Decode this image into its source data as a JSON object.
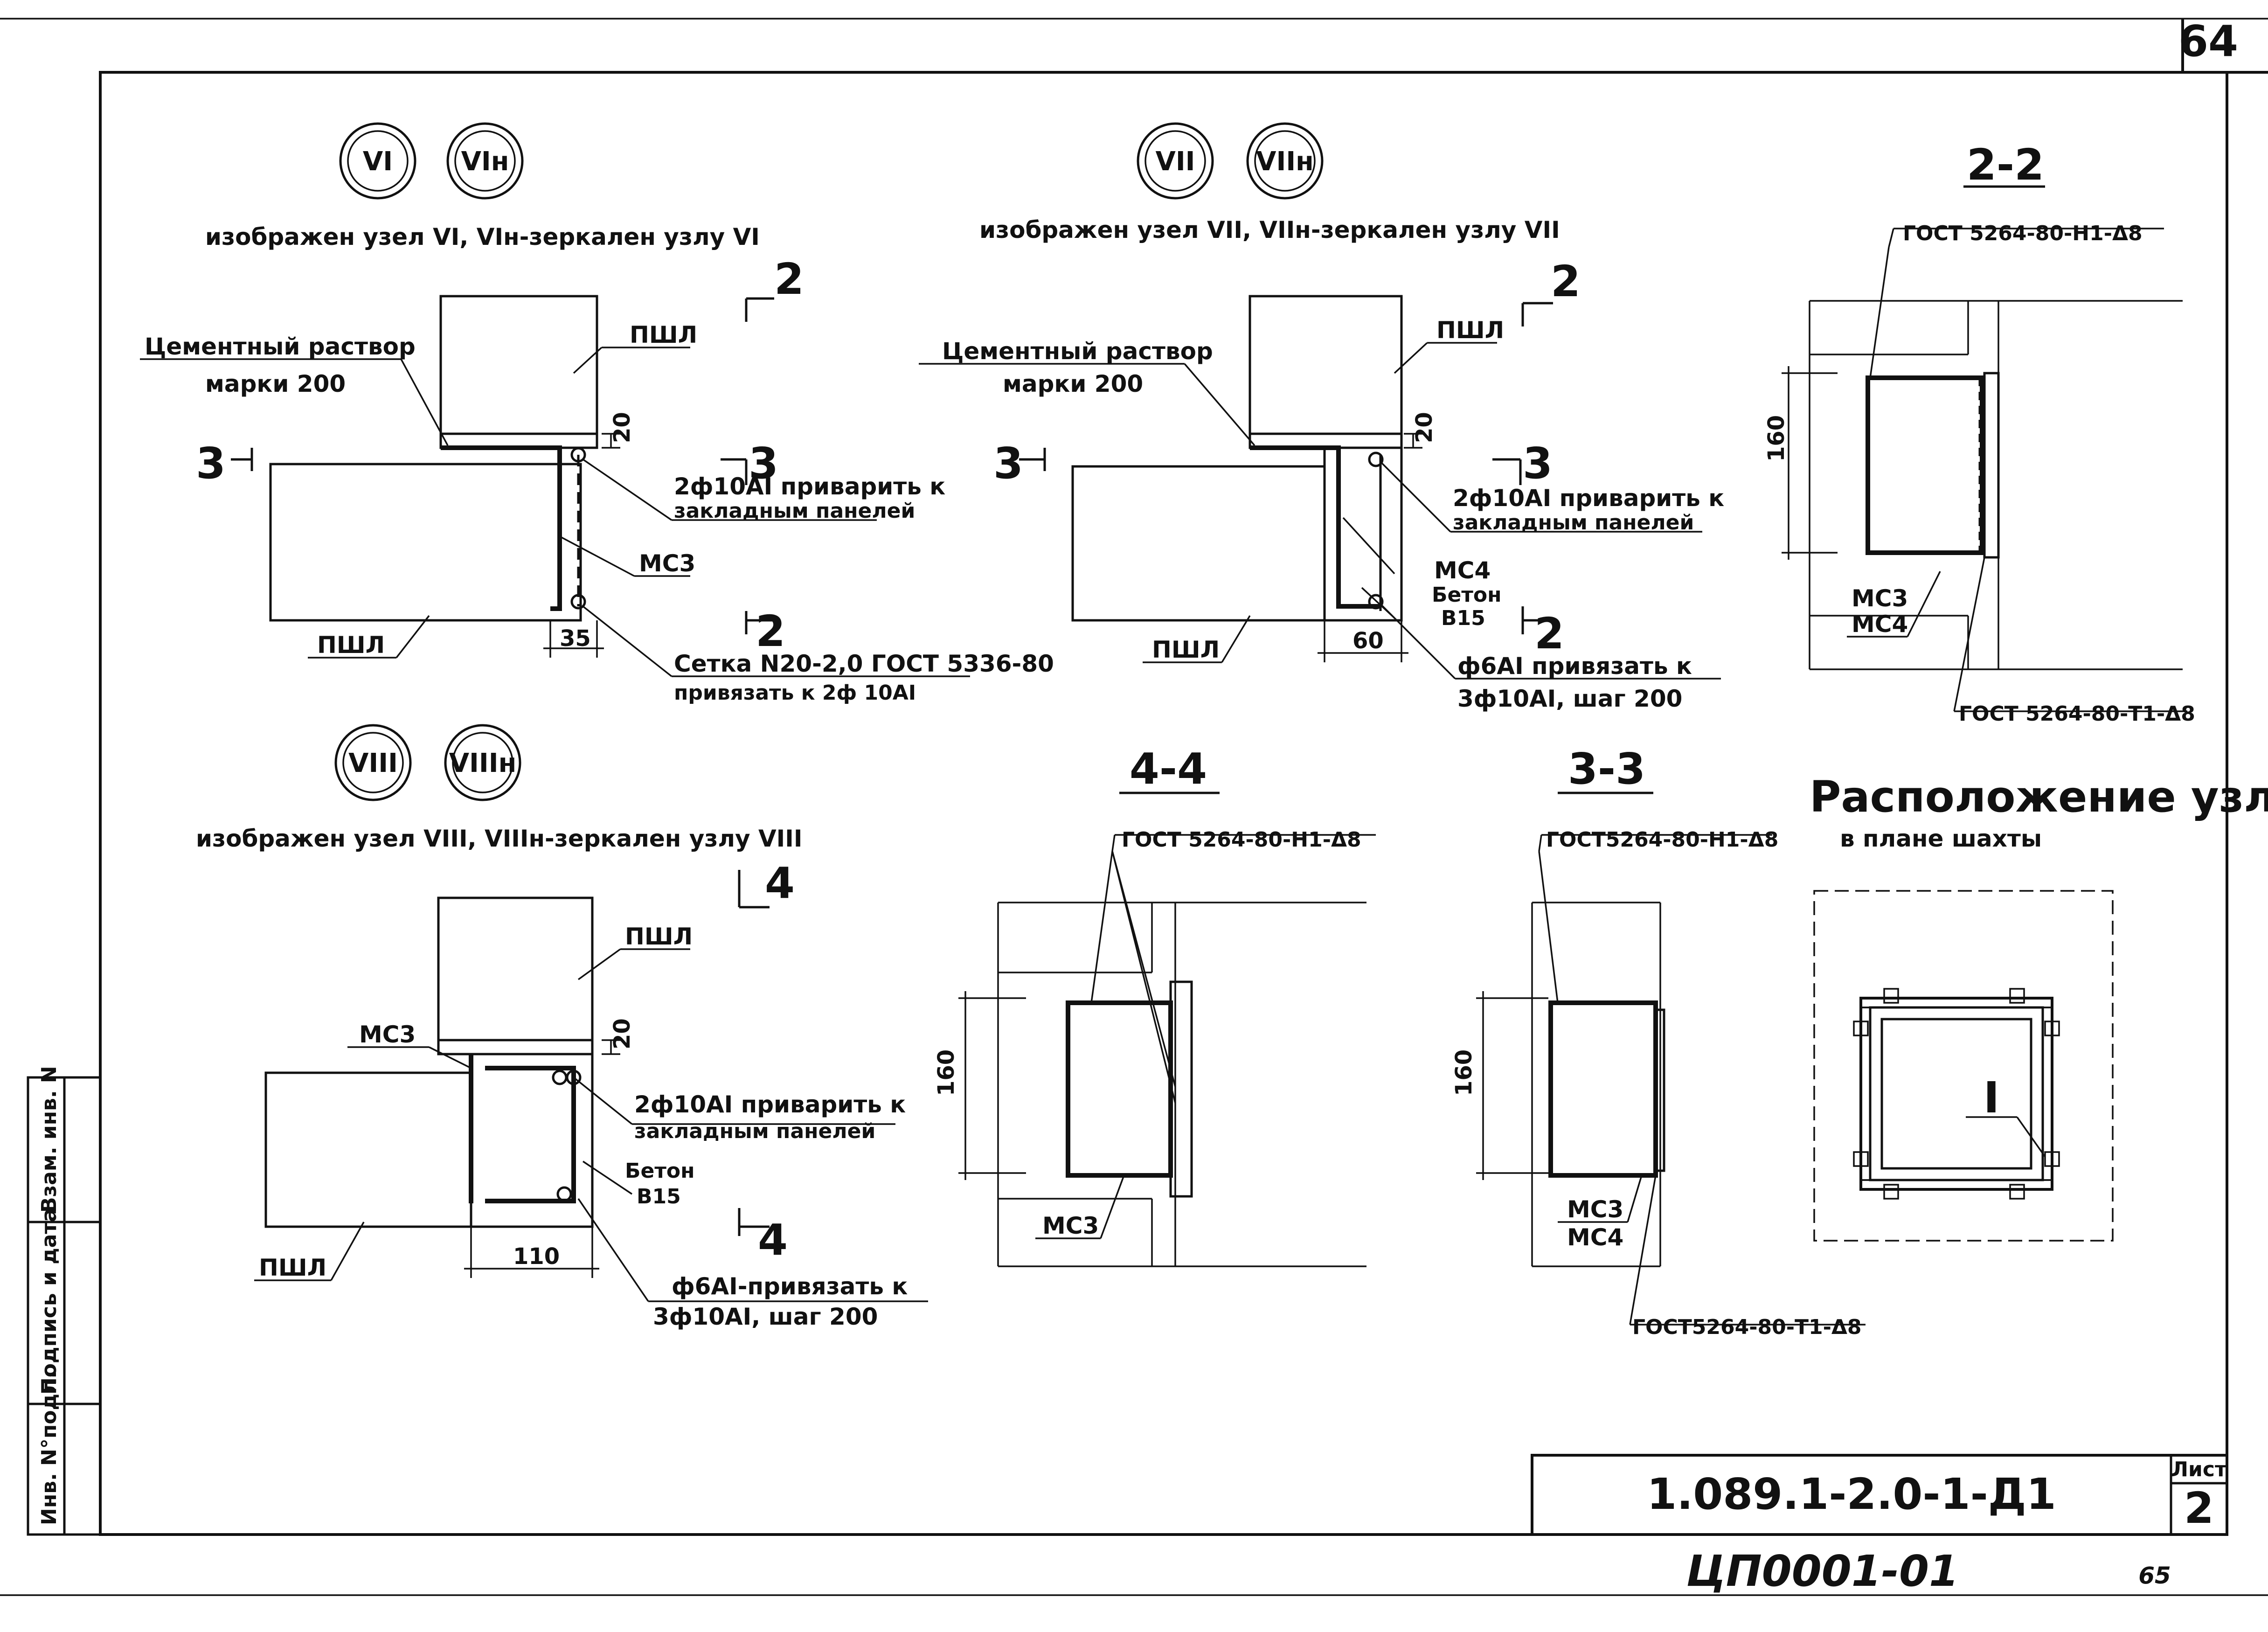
{
  "sheet": {
    "corner_number": "64",
    "doc_code": "1.089.1-2.0-1-Д1",
    "sheet_label": "Лист",
    "sheet_number": "2",
    "archive_code": "ЦП0001-01",
    "archive_page": "65",
    "side_stamp": [
      "Инв. N°подл.",
      "Подпись и дата",
      "Взам. инв. N"
    ]
  },
  "node6": {
    "marks": [
      "VI",
      "VIн"
    ],
    "caption": "изображен узел VI, VIн-зеркален узлу VI",
    "mortar": [
      "Цементный раствор",
      "марки 200"
    ],
    "wall_top": "ПШЛ",
    "wall_side": "ПШЛ",
    "rebar": [
      "2ф10AI приварить к",
      "закладным панелей"
    ],
    "mesh": "МС3",
    "net": [
      "Сетка N20-2,0 ГОСТ 5336-80",
      "привязать к 2ф 10АI"
    ],
    "dim_top": "20",
    "dim_bottom": "35",
    "cut2": "2",
    "cut3": "3"
  },
  "node7": {
    "marks": [
      "VII",
      "VIIн"
    ],
    "caption": "изображен узел VII, VIIн-зеркален узлу VII",
    "mortar": [
      "Цементный раствор",
      "марки 200"
    ],
    "wall_top": "ПШЛ",
    "wall_side": "ПШЛ",
    "rebar": [
      "2ф10AI приварить к",
      "закладным панелей"
    ],
    "mesh": "МС4",
    "concrete": [
      "Бетон",
      "В15"
    ],
    "tie": [
      "ф6AI привязать к",
      "3ф10AI, шаг 200"
    ],
    "dim_top": "20",
    "dim_bottom": "60",
    "cut2": "2",
    "cut3": "3"
  },
  "node8": {
    "marks": [
      "VIII",
      "VIIIн"
    ],
    "caption": "изображен узел VIII, VIIIн-зеркален узлу VIII",
    "mesh": "МС3",
    "wall_top": "ПШЛ",
    "wall_side": "ПШЛ",
    "rebar": [
      "2ф10AI приварить к",
      "закладным панелей"
    ],
    "concrete": [
      "Бетон",
      "В15"
    ],
    "tie": [
      "ф6AI-привязать к",
      "3ф10AI, шаг 200"
    ],
    "dim_top": "20",
    "dim_bottom": "110",
    "cut4": "4"
  },
  "section22": {
    "title": "2-2",
    "weld_top": "ГОСТ 5264-80-Н1-Δ8",
    "weld_bottom": "ГОСТ 5264-80-Т1-Δ8",
    "mesh": [
      "МС3",
      "МС4"
    ],
    "dim": "160"
  },
  "section44": {
    "title": "4-4",
    "weld_top": "ГОСТ 5264-80-Н1-Δ8",
    "mesh": "МС3",
    "dim": "160"
  },
  "section33": {
    "title": "3-3",
    "weld_top": "ГОСТ5264-80-Н1-Δ8",
    "weld_bottom": "ГОСТ5264-80-Т1-Δ8",
    "mesh": [
      "МС3",
      "МС4"
    ],
    "dim": "160"
  },
  "plan": {
    "title": [
      "Расположение узла I",
      "в плане шахты"
    ],
    "node": "I"
  }
}
